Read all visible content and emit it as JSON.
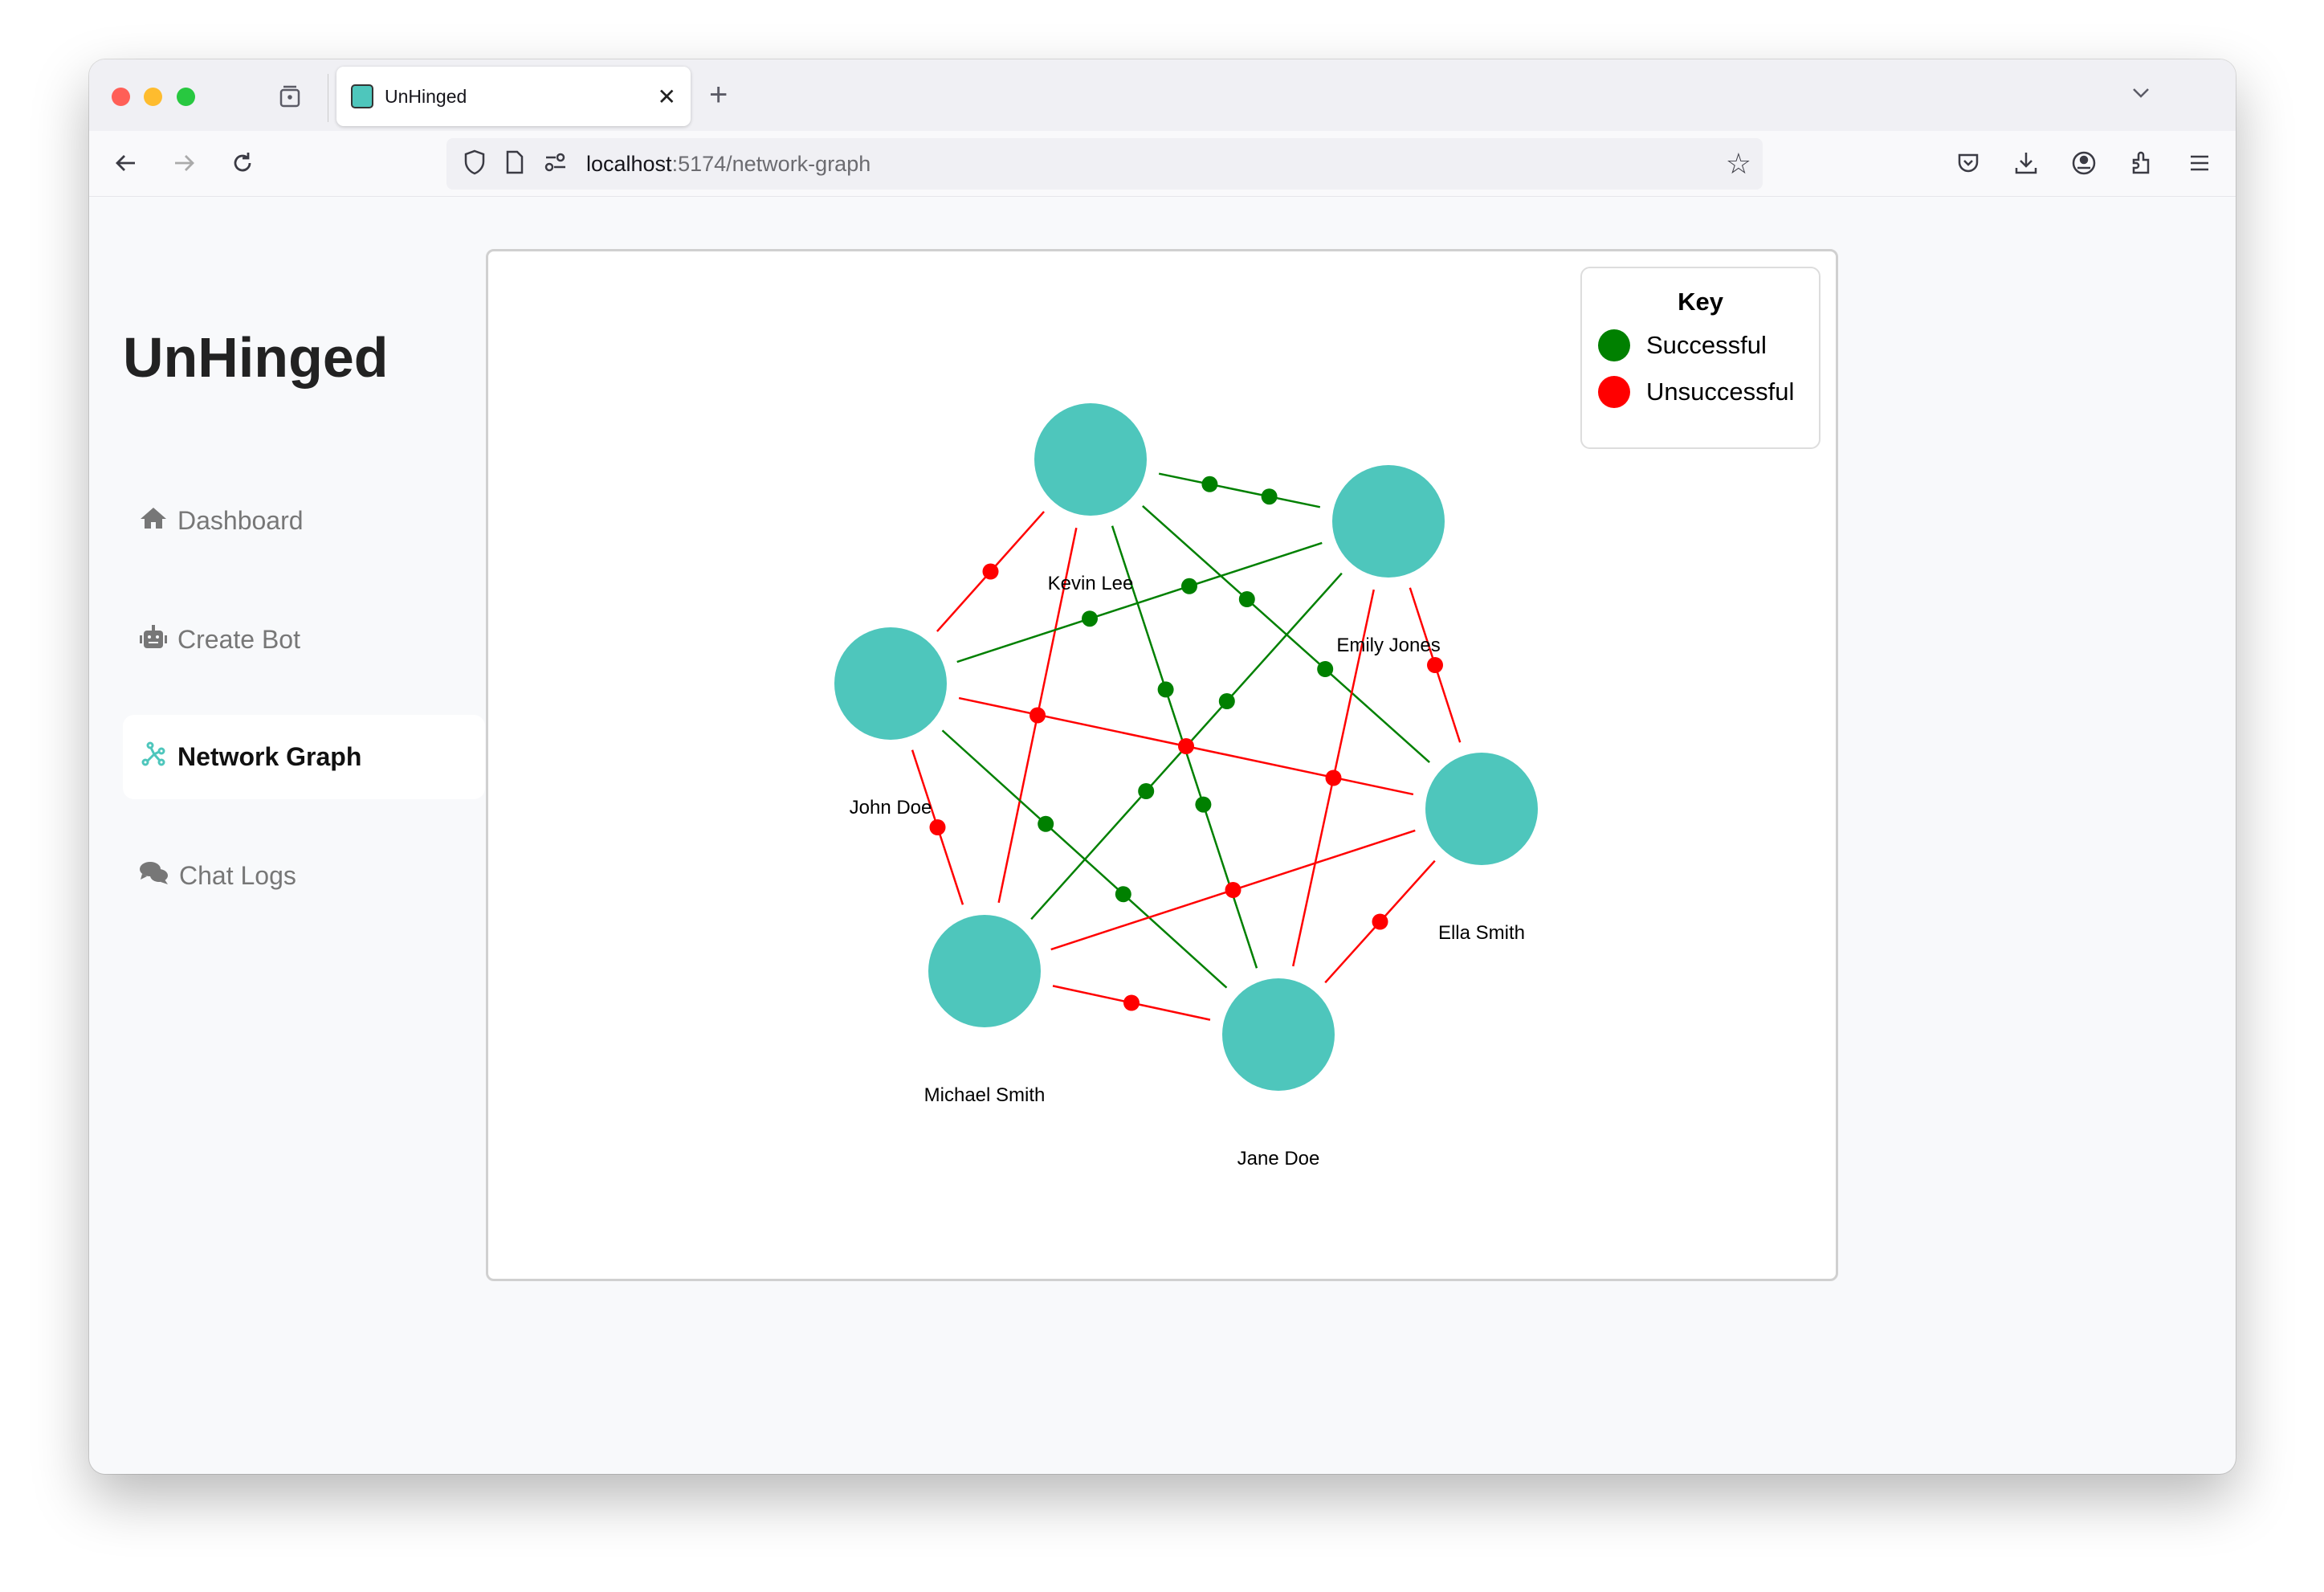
{
  "browser": {
    "tab_title": "UnHinged",
    "url_host": "localhost",
    "url_rest": ":5174/network-graph",
    "traffic_lights": [
      "#ff5f57",
      "#febc2e",
      "#28c840"
    ]
  },
  "sidebar": {
    "app_title": "UnHinged",
    "items": [
      {
        "label": "Dashboard",
        "icon": "home-icon",
        "active": false
      },
      {
        "label": "Create Bot",
        "icon": "robot-icon",
        "active": false
      },
      {
        "label": "Network Graph",
        "icon": "network-icon",
        "active": true
      },
      {
        "label": "Chat Logs",
        "icon": "chat-icon",
        "active": false
      }
    ]
  },
  "key": {
    "title": "Key",
    "items": [
      {
        "label": "Successful",
        "color": "#008000"
      },
      {
        "label": "Unsuccessful",
        "color": "#ff0000"
      }
    ]
  },
  "colors": {
    "node": "#4ec6bc",
    "success": "#008000",
    "fail": "#ff0000",
    "accent": "#4ec6bc"
  },
  "chart_data": {
    "type": "network",
    "nodes": [
      "Kevin Lee",
      "Emily Jones",
      "John Doe",
      "Ella Smith",
      "Michael Smith",
      "Jane Doe"
    ],
    "edges": [
      {
        "source": "Kevin Lee",
        "target": "Emily Jones",
        "status": "successful"
      },
      {
        "source": "Kevin Lee",
        "target": "John Doe",
        "status": "unsuccessful"
      },
      {
        "source": "Kevin Lee",
        "target": "Michael Smith",
        "status": "unsuccessful"
      },
      {
        "source": "Kevin Lee",
        "target": "Jane Doe",
        "status": "successful"
      },
      {
        "source": "Kevin Lee",
        "target": "Ella Smith",
        "status": "successful"
      },
      {
        "source": "Emily Jones",
        "target": "John Doe",
        "status": "successful"
      },
      {
        "source": "Emily Jones",
        "target": "Michael Smith",
        "status": "successful"
      },
      {
        "source": "Emily Jones",
        "target": "Jane Doe",
        "status": "unsuccessful"
      },
      {
        "source": "Emily Jones",
        "target": "Ella Smith",
        "status": "unsuccessful"
      },
      {
        "source": "John Doe",
        "target": "Ella Smith",
        "status": "unsuccessful"
      },
      {
        "source": "John Doe",
        "target": "Jane Doe",
        "status": "successful"
      },
      {
        "source": "John Doe",
        "target": "Michael Smith",
        "status": "unsuccessful"
      },
      {
        "source": "Michael Smith",
        "target": "Ella Smith",
        "status": "unsuccessful"
      },
      {
        "source": "Michael Smith",
        "target": "Jane Doe",
        "status": "unsuccessful"
      },
      {
        "source": "Jane Doe",
        "target": "Ella Smith",
        "status": "unsuccessful"
      }
    ]
  }
}
